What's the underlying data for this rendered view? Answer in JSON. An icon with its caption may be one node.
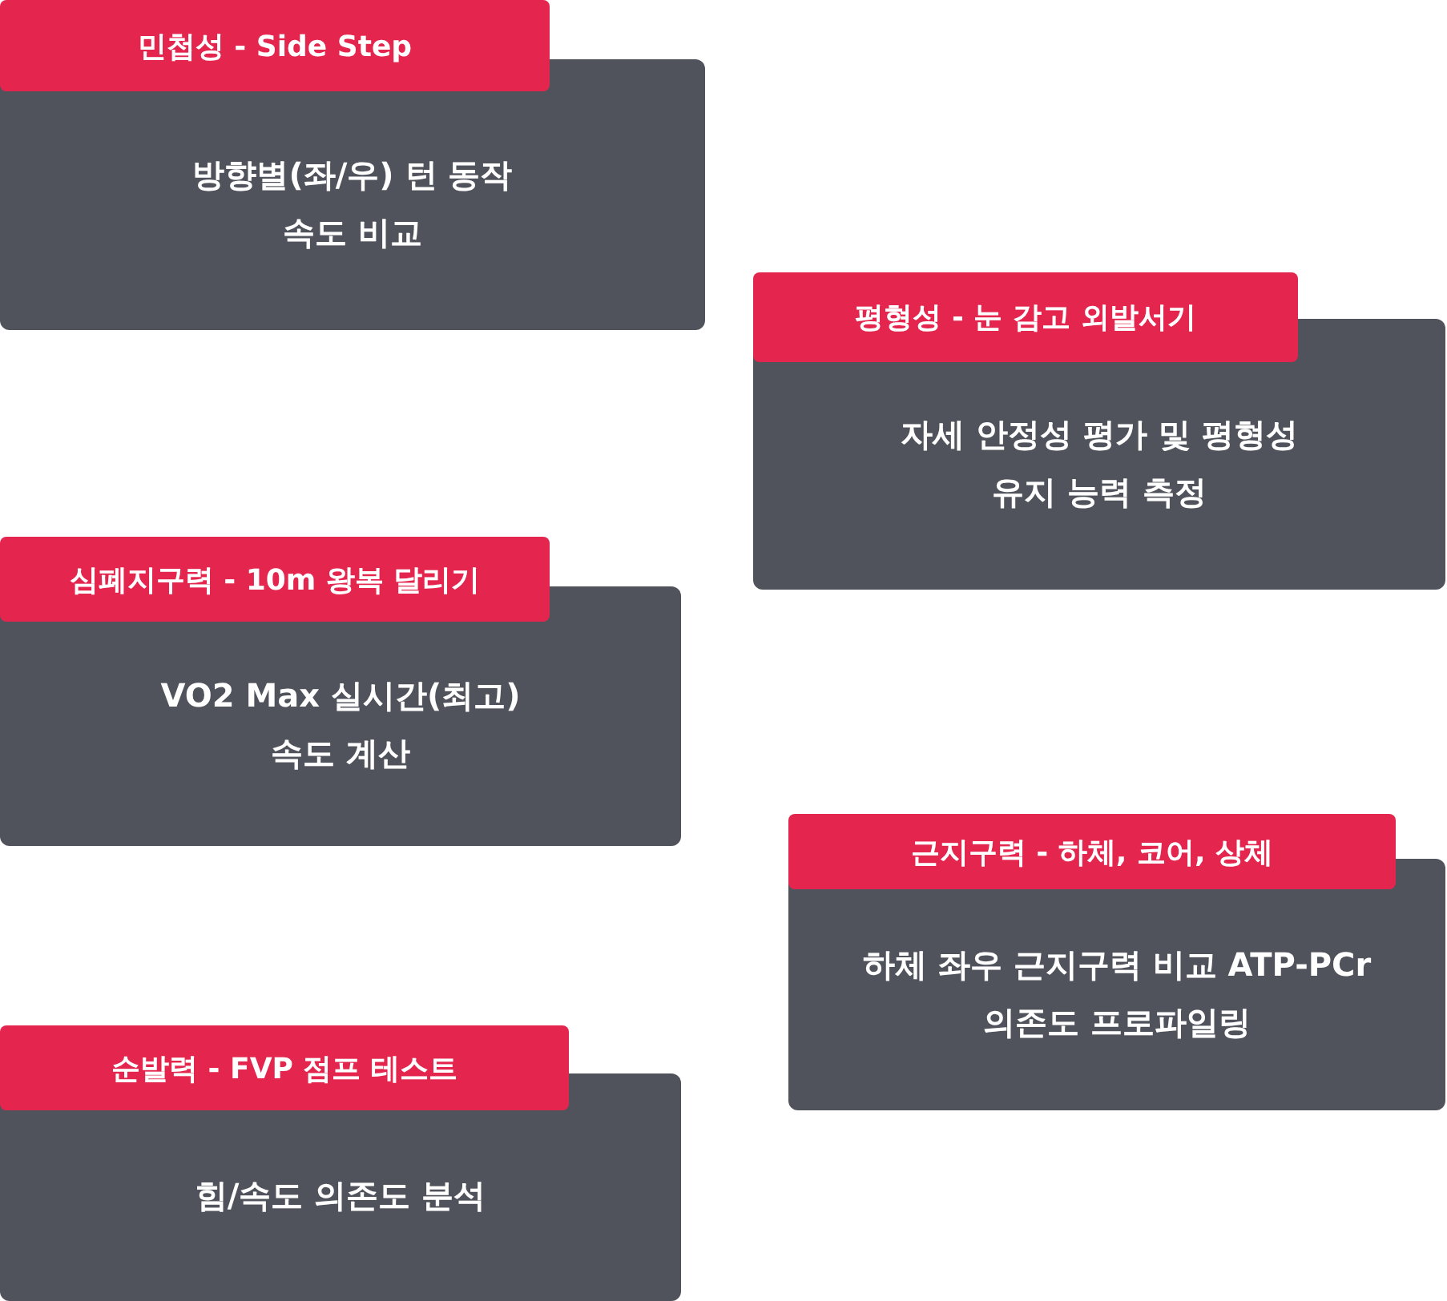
{
  "diagram": {
    "nodes": [
      {
        "text": [
          "민첩성 - Side Step",
          "방향별(좌/우) 턴 동작 속도 비교"
        ]
      },
      {
        "text": [
          "평형성 - 눈 감고 외발서기",
          "자세 안정성 평가 및 평형성 유지 능력 측정"
        ]
      },
      {
        "text": [
          "심폐지구력 - 10m 왕복 달리기",
          "VO2 Max 실시간(최고) 속도 계산"
        ]
      },
      {
        "text": [
          "근지구력 - 하체, 코어, 상체",
          "하체 좌우 근지구력 비교 ATP-PCr 의존도 프로파일링"
        ]
      },
      {
        "text": [
          "순발력 - FVP 점프 테스트",
          "힘/속도 의존도 분석"
        ]
      }
    ]
  }
}
